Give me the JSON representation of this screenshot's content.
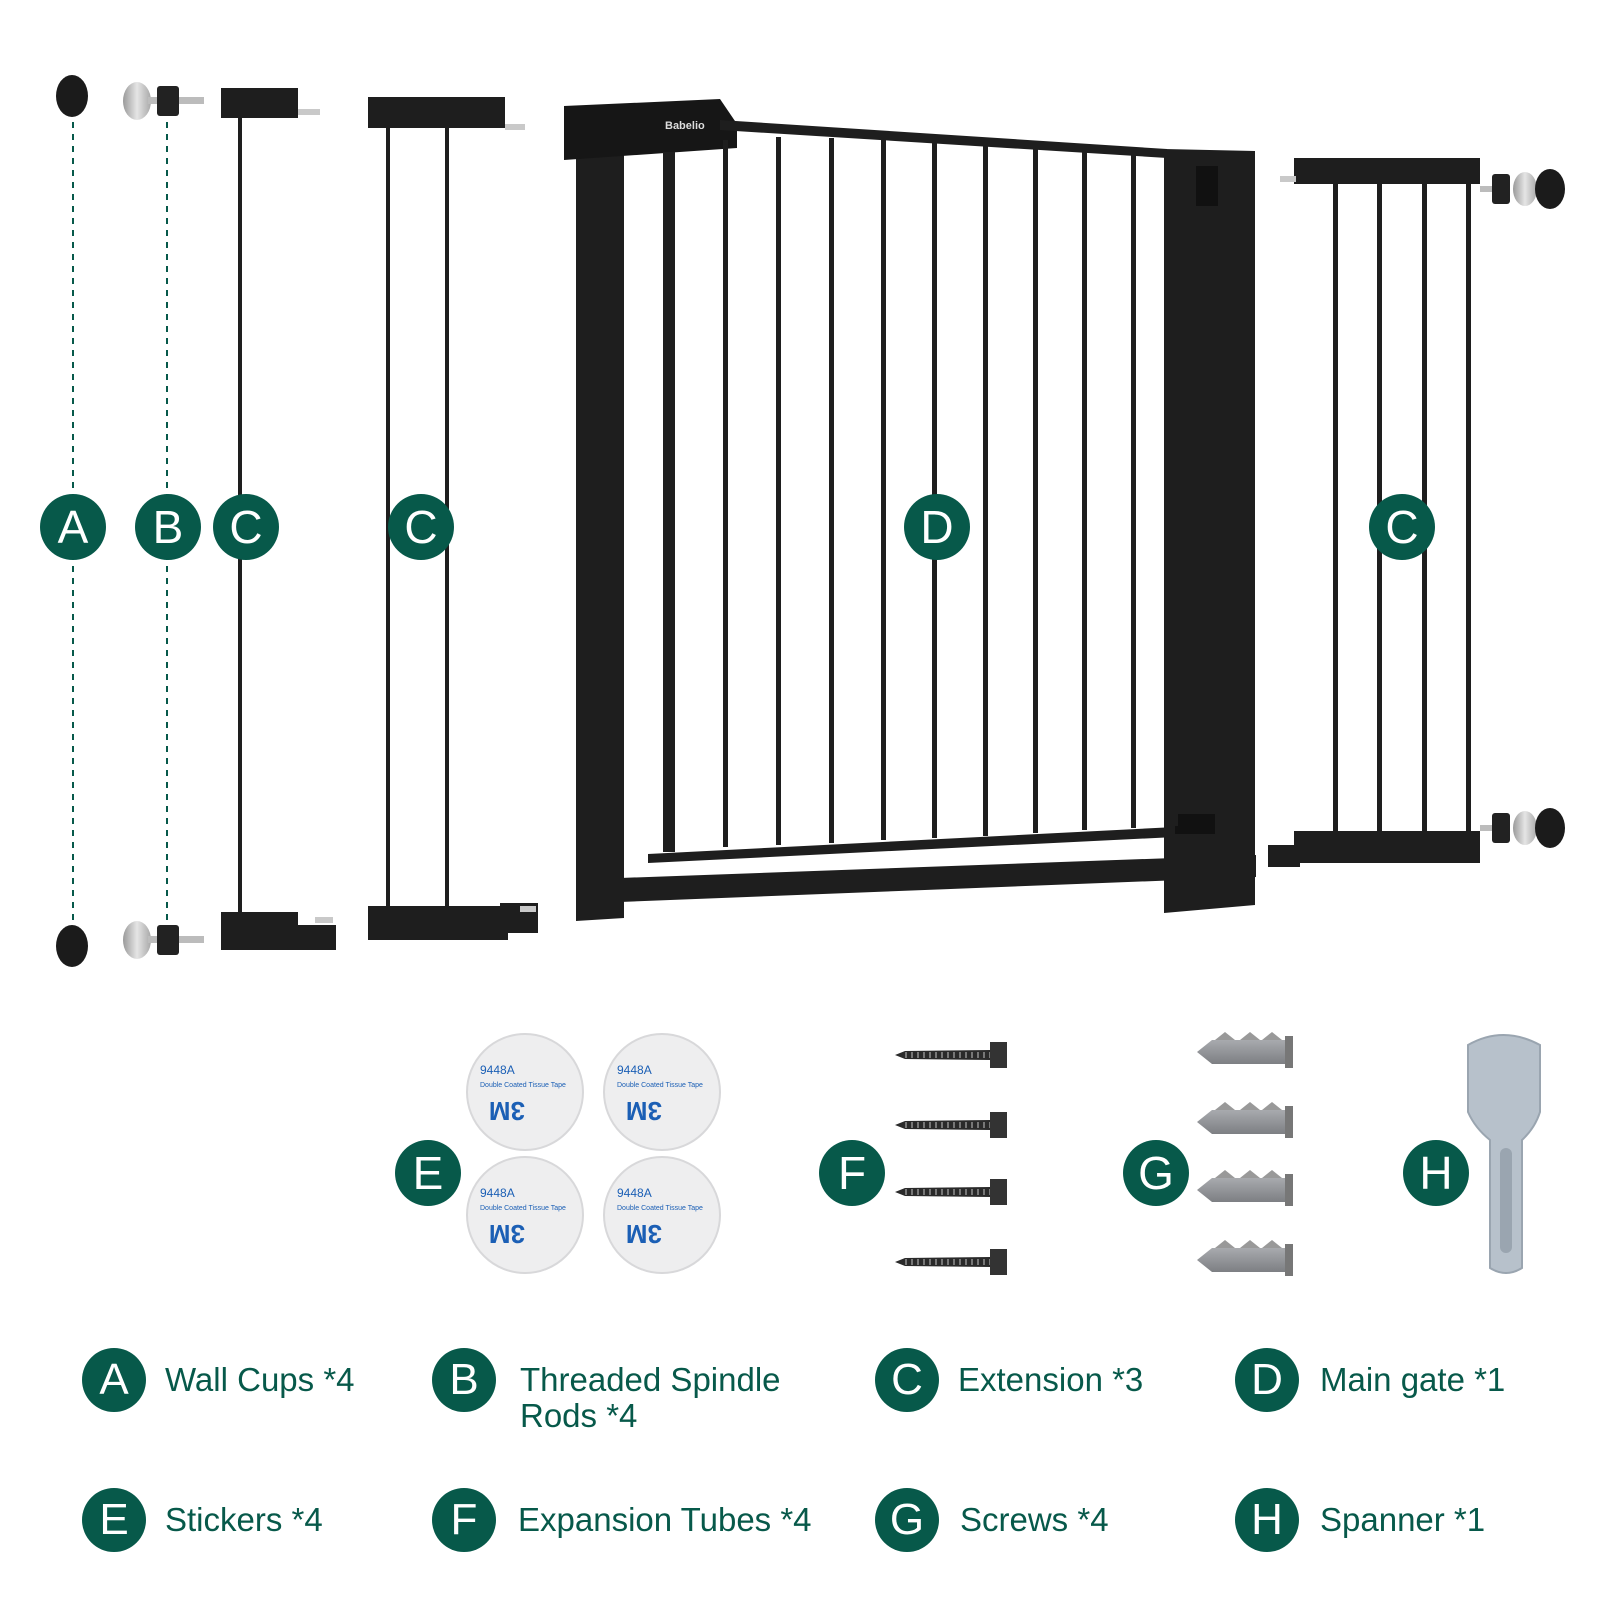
{
  "brand_label": "Babelio",
  "sticker_print": {
    "code": "9448A",
    "desc": "Double Coated Tissue Tape",
    "logo": "3M"
  },
  "badges": {
    "A": "A",
    "B": "B",
    "C": "C",
    "D": "D",
    "E": "E",
    "F": "F",
    "G": "G",
    "H": "H"
  },
  "legend": [
    {
      "letter": "A",
      "text": "Wall Cups *4"
    },
    {
      "letter": "B",
      "text": "Threaded Spindle Rods *4"
    },
    {
      "letter": "C",
      "text": "Extension *3"
    },
    {
      "letter": "D",
      "text": "Main gate *1"
    },
    {
      "letter": "E",
      "text": "Stickers *4"
    },
    {
      "letter": "F",
      "text": "Expansion Tubes *4"
    },
    {
      "letter": "G",
      "text": "Screws *4"
    },
    {
      "letter": "H",
      "text": "Spanner *1"
    }
  ],
  "colors": {
    "badge": "#07594a",
    "legend_text": "#07594a",
    "gate_black": "#1e1e1e",
    "sticker_blue": "#1b5fb5",
    "plastic_gray": "#8d8f93",
    "spanner_gray": "#b7c1cb"
  }
}
